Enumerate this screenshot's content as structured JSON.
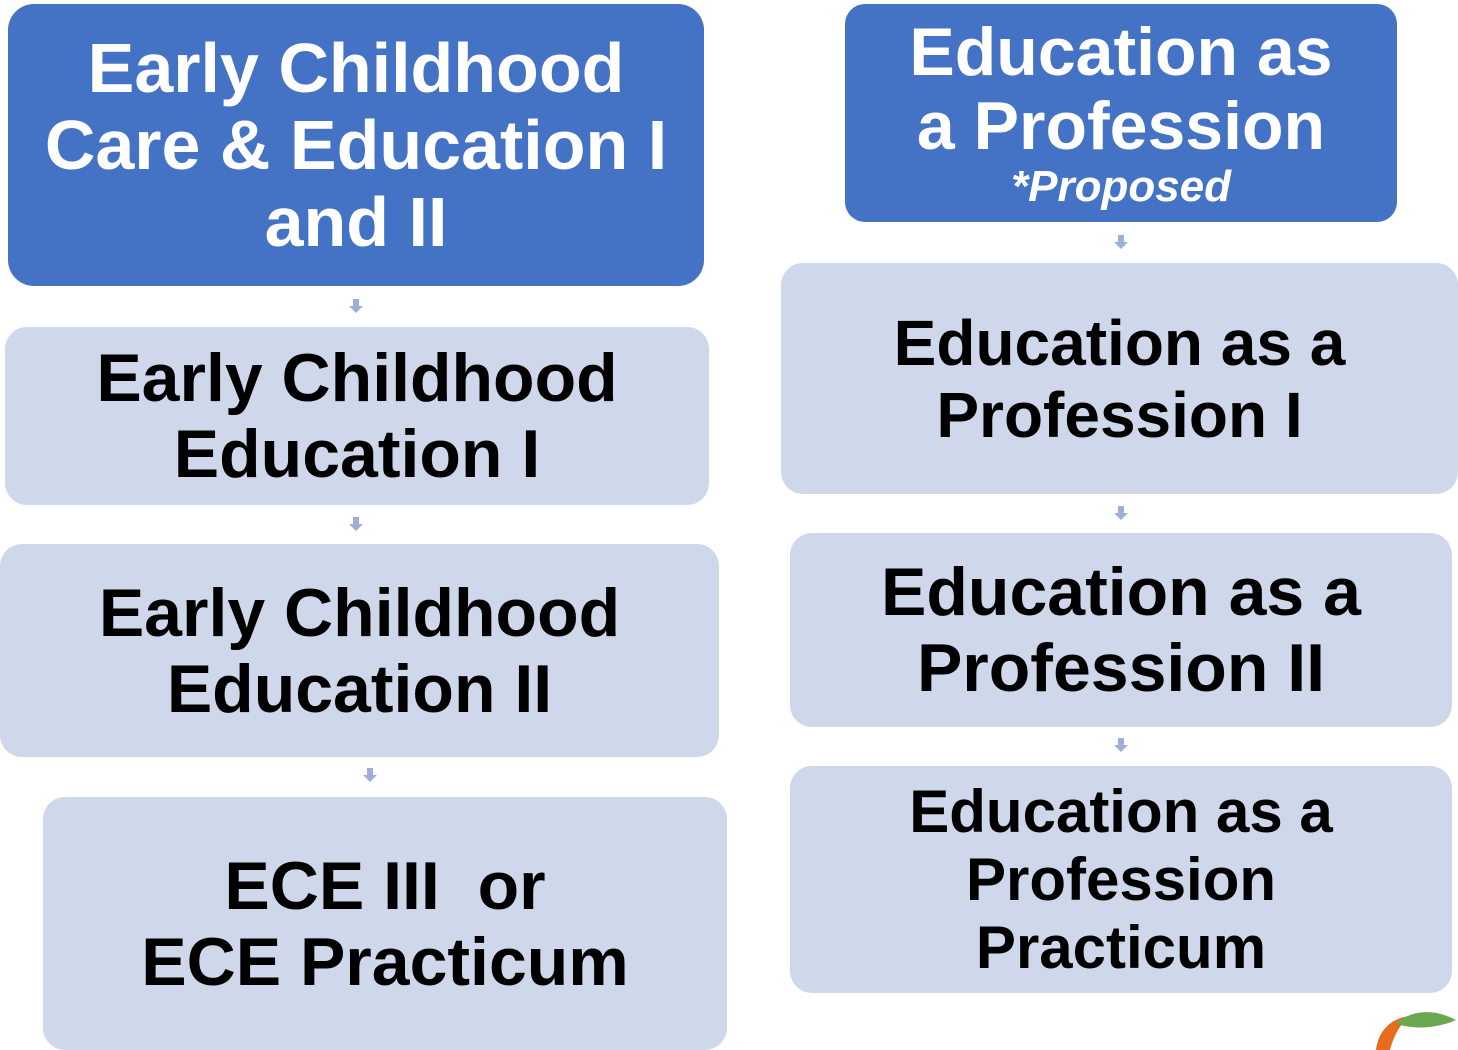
{
  "left_column": {
    "header": {
      "lines": [
        "Early Childhood",
        "Care & Education I",
        "and II"
      ]
    },
    "steps": [
      {
        "lines": [
          "Early Childhood",
          "Education I"
        ]
      },
      {
        "lines": [
          "Early Childhood",
          "Education II"
        ]
      },
      {
        "lines": [
          "ECE III  or",
          "ECE Practicum"
        ]
      }
    ]
  },
  "right_column": {
    "header": {
      "lines": [
        "Education as",
        "a Profession"
      ],
      "note": "*Proposed"
    },
    "steps": [
      {
        "lines": [
          "Education as a",
          "Profession I"
        ]
      },
      {
        "lines": [
          "Education as a",
          "Profession II"
        ]
      },
      {
        "lines": [
          "Education as a",
          "Profession",
          "Practicum"
        ]
      }
    ]
  },
  "colors": {
    "header_fill": "#4472c4",
    "step_fill": "#cfd7ea",
    "arrow": "#9dafd8"
  },
  "logo_icon": "leaf-logo-icon"
}
